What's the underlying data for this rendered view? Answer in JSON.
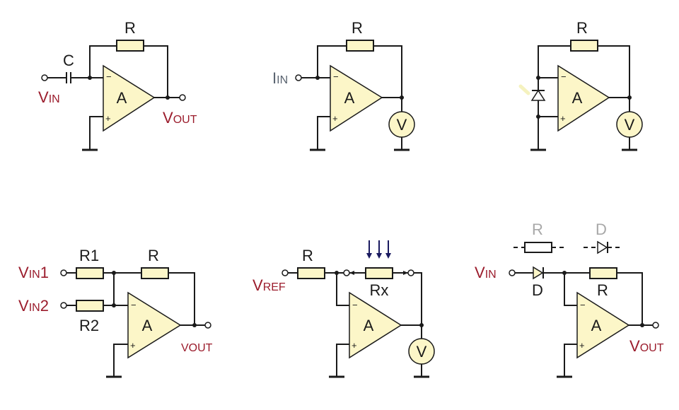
{
  "colors": {
    "wire": "#1a1a1a",
    "component_fill": "#fcf6c8",
    "label_red": "#9b1c2c",
    "label_gray": "#5a6470",
    "label_light": "#a8a8a8",
    "light_arrow": "#1a1a60"
  },
  "circuits": [
    {
      "name": "differentiator",
      "amp_label": "A",
      "minus": "−",
      "plus": "+",
      "r_label": "R",
      "c_label": "C",
      "vin": {
        "main": "V",
        "sub": "IN"
      },
      "vout": {
        "main": "V",
        "sub": "OUT"
      }
    },
    {
      "name": "current-to-voltage",
      "amp_label": "A",
      "minus": "−",
      "plus": "+",
      "r_label": "R",
      "iin": {
        "main": "I",
        "sub": "IN"
      },
      "meter_label": "V"
    },
    {
      "name": "photodiode-amplifier",
      "amp_label": "A",
      "minus": "−",
      "plus": "+",
      "r_label": "R",
      "meter_label": "V"
    },
    {
      "name": "summing-amplifier",
      "amp_label": "A",
      "minus": "−",
      "plus": "+",
      "r1_label": "R1",
      "r2_label": "R2",
      "r_label": "R",
      "vin1": {
        "main": "V",
        "sub": "IN",
        "suffix": "1"
      },
      "vin2": {
        "main": "V",
        "sub": "IN",
        "suffix": "2"
      },
      "vout": "VOUT"
    },
    {
      "name": "photoresistor-measurement",
      "amp_label": "A",
      "minus": "−",
      "plus": "+",
      "r_label": "R",
      "rx_label": "Rx",
      "vref": {
        "main": "V",
        "sub": "REF"
      },
      "meter_label": "V"
    },
    {
      "name": "logarithmic-amplifier",
      "amp_label": "A",
      "minus": "−",
      "plus": "+",
      "alt_r_label": "R",
      "alt_d_label": "D",
      "d_label": "D",
      "r_label": "R",
      "vin": {
        "main": "V",
        "sub": "IN"
      },
      "vout": {
        "main": "V",
        "sub": "OUT"
      }
    }
  ]
}
